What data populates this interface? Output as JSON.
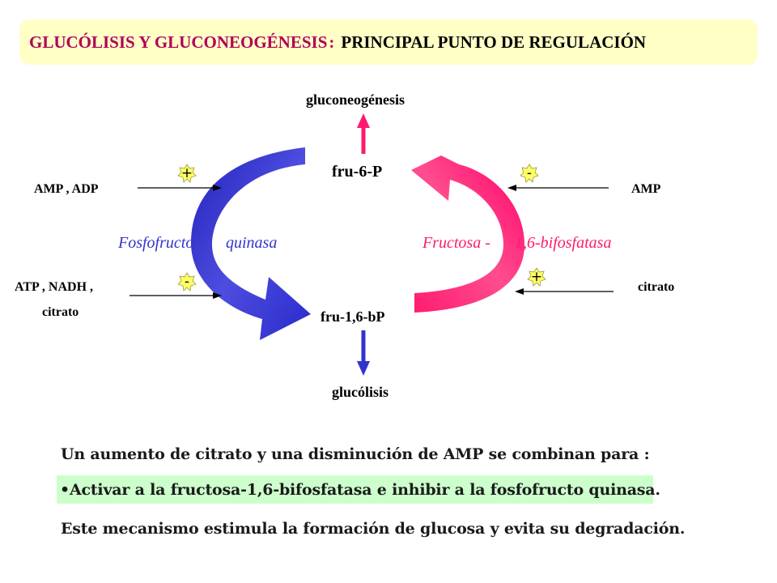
{
  "title": {
    "part1": "GLUCÓLISIS  Y GLUCONEOGÉNESIS",
    "colon": ":",
    "part2": "PRINCIPAL PUNTO DE REGULACIÓN"
  },
  "diagram": {
    "top_product": "gluconeogénesis",
    "bottom_product": "glucólisis",
    "metabolite_top": "fru-6-P",
    "metabolite_bottom": "fru-1,6-bP",
    "enzyme_left_a": "Fosfofructo",
    "enzyme_left_b": "quinasa",
    "enzyme_right_a": "Fructosa -",
    "enzyme_right_b": "1,6-bifosfatasa",
    "effector_left_top": "AMP , ADP",
    "effector_left_bottom_line1": "ATP , NADH ,",
    "effector_left_bottom_line2": "citrato",
    "effector_right_top": "AMP",
    "effector_right_bottom": "citrato",
    "sign_left_top": "+",
    "sign_left_bottom": "-",
    "sign_right_top": "-",
    "sign_right_bottom": "+"
  },
  "text": {
    "line1": "Un aumento de citrato y una disminución de AMP se combinan para :",
    "line2": "•Activar a la fructosa-1,6-bifosfatasa e inhibir a la fosfofructo quinasa.",
    "line3": "Este mecanismo estimula la formación de glucosa y evita su degradación."
  },
  "colors": {
    "blue_arrow": "#3333cc",
    "pink_arrow": "#ff1a6e",
    "title_bg": "#ffffc6",
    "highlight_bg": "#ccffcc",
    "badge_fill": "#ffff66"
  }
}
